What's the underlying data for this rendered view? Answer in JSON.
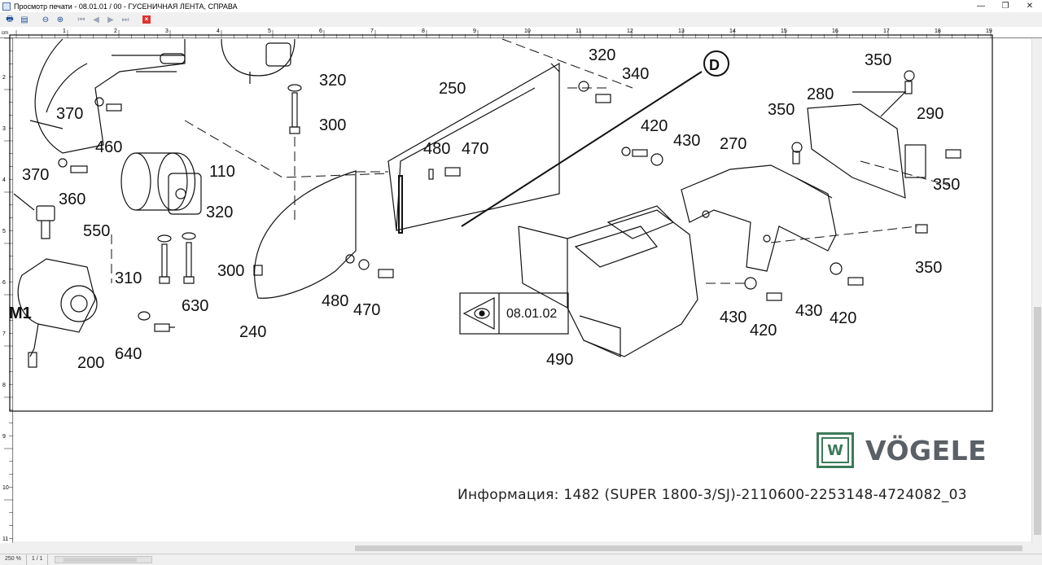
{
  "window": {
    "title": "Просмотр печати - 08.01.01 / 00 - ГУСЕНИЧНАЯ ЛЕНТА, СПРАВА",
    "minimize": "—",
    "maximize": "❐",
    "close": "✕"
  },
  "toolbar": {
    "icons": [
      "print-icon",
      "page-setup-icon",
      "zoom-out-icon",
      "zoom-in-icon",
      "first-page-icon",
      "previous-page-icon",
      "next-page-icon",
      "last-page-icon",
      "close-preview-icon"
    ]
  },
  "ruler": {
    "unit": "cm",
    "h_ticks": [
      "1",
      "2",
      "3",
      "4",
      "5",
      "6",
      "7",
      "8",
      "9",
      "10",
      "11",
      "12",
      "13",
      "14",
      "15",
      "16",
      "17",
      "18",
      "19"
    ],
    "v_ticks": [
      "2",
      "3",
      "4",
      "5",
      "6",
      "7",
      "8",
      "9",
      "10",
      "11"
    ]
  },
  "drawing": {
    "callouts": {
      "c370a": "370",
      "c460": "460",
      "c370b": "370",
      "c360": "360",
      "c550": "550",
      "c110": "110",
      "c320a": "320",
      "c310": "310",
      "c300a": "300",
      "c630": "630",
      "c640": "640",
      "c200": "200",
      "cM1": "M1",
      "c320b": "320",
      "c300b": "300",
      "c250": "250",
      "c480a": "480",
      "c470a": "470",
      "c480b": "480",
      "c470b": "470",
      "c240": "240",
      "c320c": "320",
      "c340": "340",
      "cD": "D",
      "c420a": "420",
      "c430a": "430",
      "c270": "270",
      "c350a": "350",
      "c280": "280",
      "c350b": "350",
      "c290": "290",
      "c350c": "350",
      "c350d": "350",
      "c430b": "430",
      "c420b": "420",
      "c430c": "430",
      "c420c": "420",
      "c490": "490"
    },
    "ref_box": "08.01.02"
  },
  "footer": {
    "logo_text": "VÖGELE",
    "info": "Информация: 1482 (SUPER 1800-3/SJ)-2110600-2253148-4724082_03"
  },
  "status": {
    "zoom": "250 %",
    "page": "1 / 1"
  },
  "colors": {
    "accent": "#3d7a5a",
    "logo_text": "#5a6066",
    "close_red": "#d33333"
  }
}
